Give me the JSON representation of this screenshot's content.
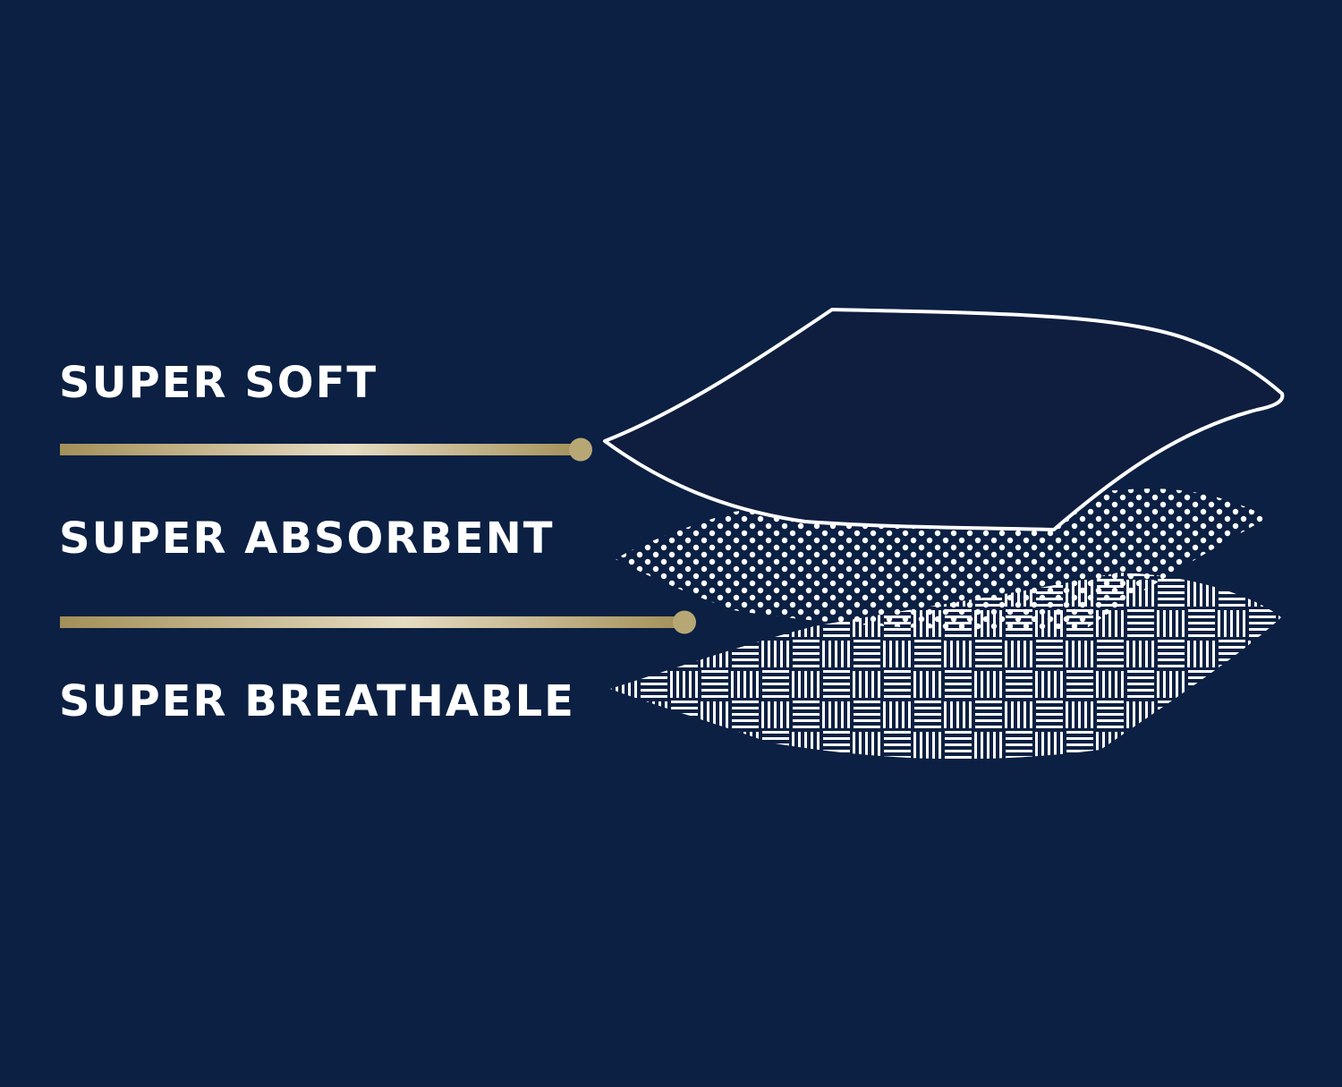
{
  "layers": [
    {
      "id": "soft",
      "label": "SUPER SOFT"
    },
    {
      "id": "absorbent",
      "label": "SUPER ABSORBENT"
    },
    {
      "id": "breathable",
      "label": "SUPER BREATHABLE"
    }
  ],
  "colors": {
    "background": "#0b2042",
    "top_layer_fill": "#0f1d3f",
    "outline": "#ffffff",
    "text": "#ffffff",
    "gold_dark": "#a38f58",
    "gold_light": "#e6dcc2"
  },
  "icons": {
    "top_layer": "smooth-fabric-layer-icon",
    "middle_layer": "dotted-fabric-layer-icon",
    "bottom_layer": "woven-fabric-layer-icon",
    "connector": "connector-line-icon"
  }
}
